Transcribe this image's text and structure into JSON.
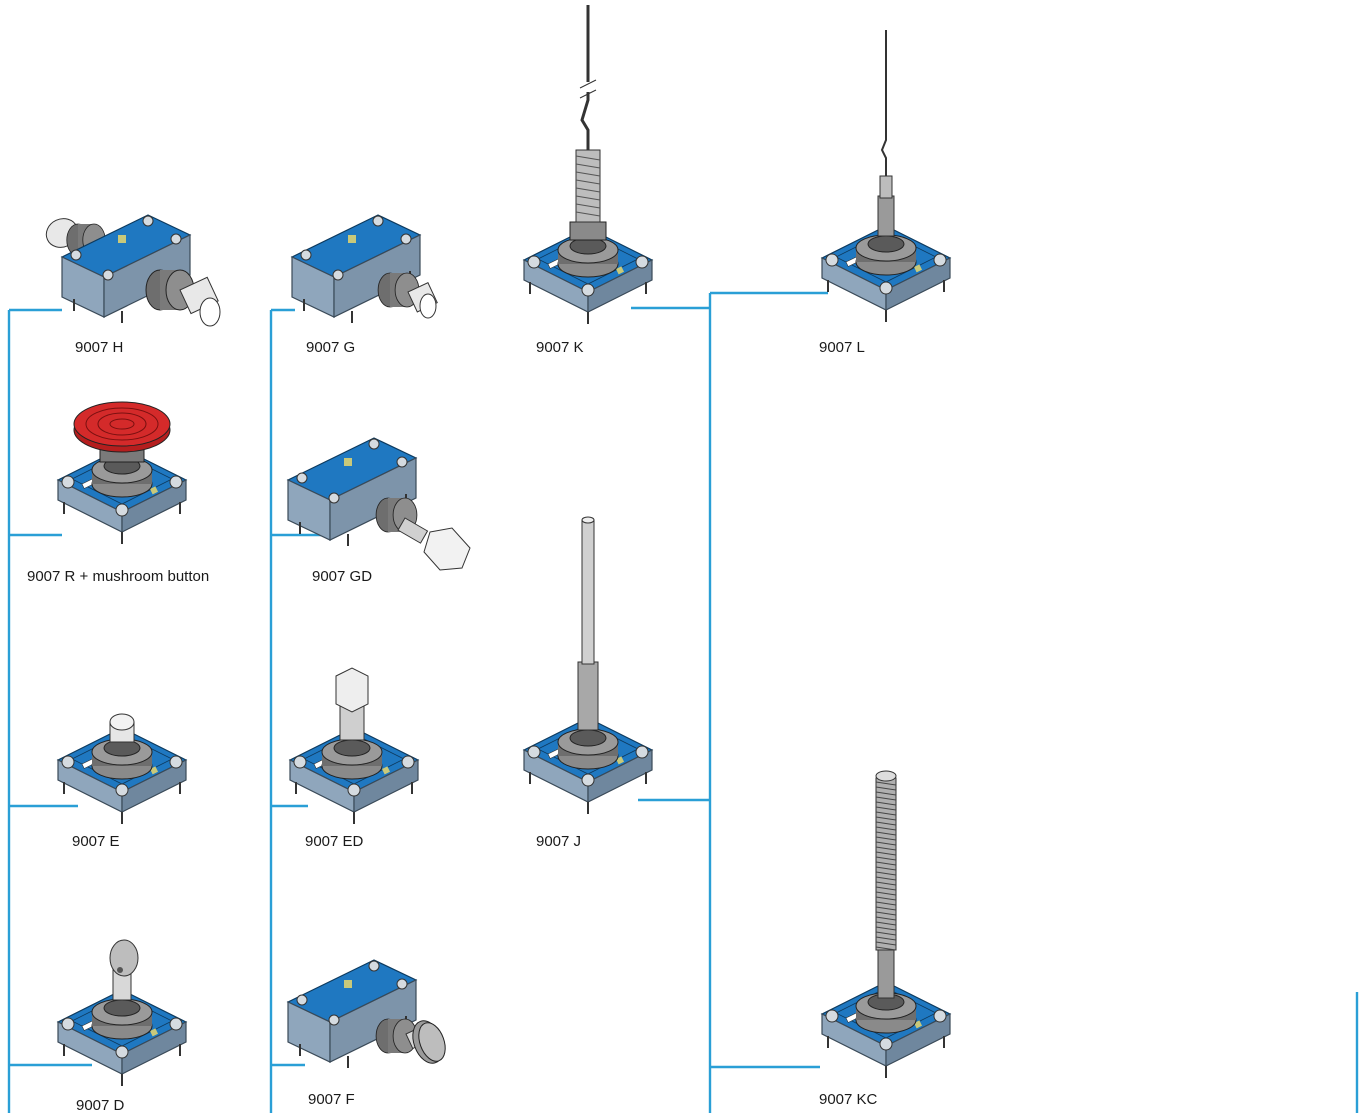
{
  "colors": {
    "connector": "#2a9fd6",
    "housing": "#8fa6bc",
    "top_plate": "#1f78c1",
    "cap": "#6e6e6e",
    "mushroom": "#d42a2a"
  },
  "products": [
    {
      "id": "h",
      "label": "9007 H",
      "actuator": "plunger-side-long",
      "icon": "limit-switch-side-plunger-icon"
    },
    {
      "id": "r",
      "label": "9007 R + mushroom button",
      "actuator": "mushroom",
      "icon": "limit-switch-mushroom-icon"
    },
    {
      "id": "e",
      "label": "9007 E",
      "actuator": "plunger-top",
      "icon": "limit-switch-top-plunger-icon"
    },
    {
      "id": "d",
      "label": "9007 D",
      "actuator": "roller-top",
      "icon": "limit-switch-top-roller-icon"
    },
    {
      "id": "g",
      "label": "9007 G",
      "actuator": "plunger-side",
      "icon": "limit-switch-side-plunger-icon"
    },
    {
      "id": "gd",
      "label": "9007 GD",
      "actuator": "plunger-side-adjustable",
      "icon": "limit-switch-side-adjustable-icon"
    },
    {
      "id": "ed",
      "label": "9007 ED",
      "actuator": "plunger-top-adjustable",
      "icon": "limit-switch-top-adjustable-icon"
    },
    {
      "id": "f",
      "label": "9007 F",
      "actuator": "roller-side",
      "icon": "limit-switch-side-roller-icon"
    },
    {
      "id": "k",
      "label": "9007 K",
      "actuator": "wobble-stick-long",
      "icon": "limit-switch-wobble-stick-icon"
    },
    {
      "id": "j",
      "label": "9007 J",
      "actuator": "rod",
      "icon": "limit-switch-rod-icon"
    },
    {
      "id": "l",
      "label": "9007 L",
      "actuator": "wobble-wire",
      "icon": "limit-switch-wobble-wire-icon"
    },
    {
      "id": "kc",
      "label": "9007 KC",
      "actuator": "coil-spring",
      "icon": "limit-switch-coil-spring-icon"
    }
  ]
}
